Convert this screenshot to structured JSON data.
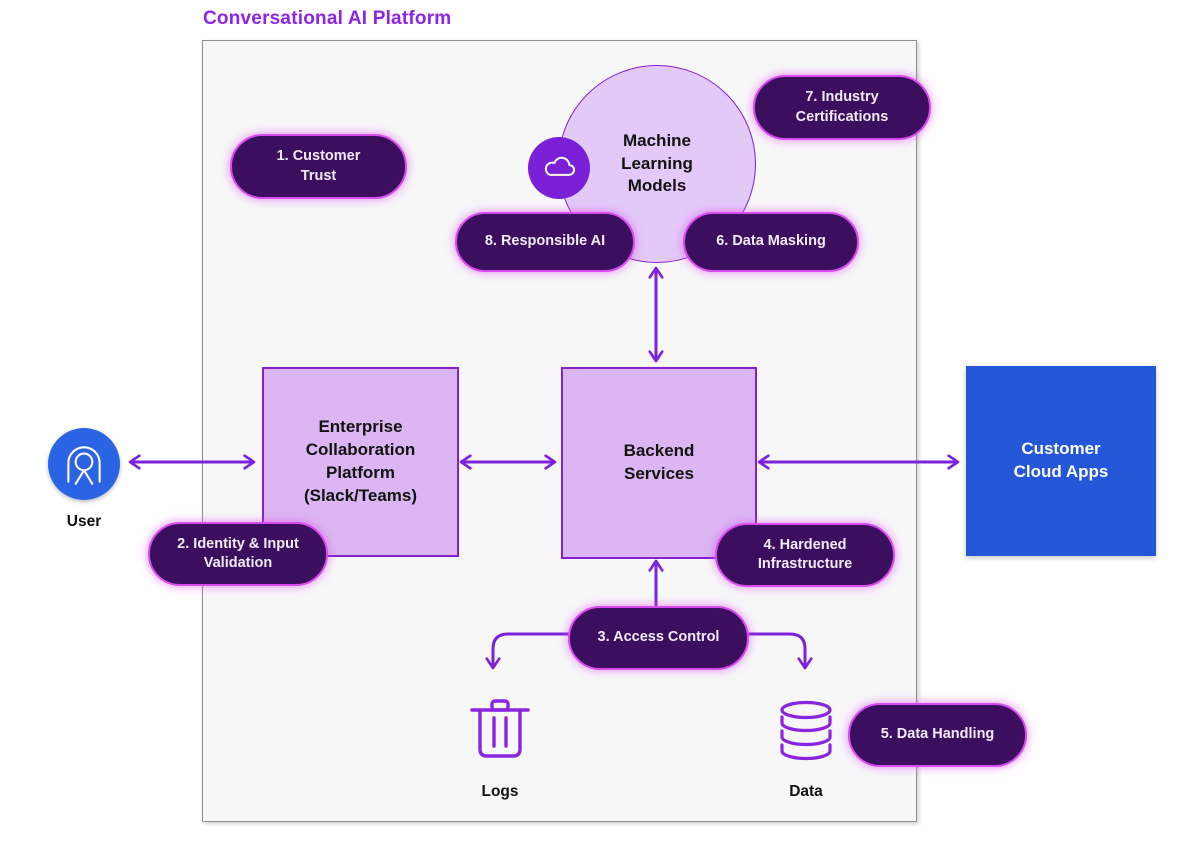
{
  "title": "Conversational AI Platform",
  "nodes": {
    "ml_models": {
      "label": "Machine Learning Models"
    },
    "collab_platform": {
      "label": "Enterprise Collaboration Platform (Slack/Teams)"
    },
    "backend": {
      "label": "Backend Services"
    },
    "cloud_apps": {
      "label": "Customer Cloud Apps"
    },
    "user": {
      "label": "User"
    },
    "logs": {
      "label": "Logs"
    },
    "data_store": {
      "label": "Data"
    }
  },
  "badges": [
    {
      "id": "customer-trust",
      "label": "1. Customer Trust"
    },
    {
      "id": "identity-input-validation",
      "label": "2. Identity & Input Validation"
    },
    {
      "id": "access-control",
      "label": "3. Access Control"
    },
    {
      "id": "hardened-infrastructure",
      "label": "4. Hardened Infrastructure"
    },
    {
      "id": "data-handling",
      "label": "5. Data Handling"
    },
    {
      "id": "data-masking",
      "label": "6. Data Masking"
    },
    {
      "id": "industry-certifications",
      "label": "7. Industry Certifications"
    },
    {
      "id": "responsible-ai",
      "label": "8. Responsible AI"
    }
  ],
  "icons": {
    "ml_models": "cloud-icon",
    "user": "person-icon",
    "logs": "trash-icon",
    "data_store": "database-icon"
  },
  "colors": {
    "title": "#8E24E9",
    "badge_fill": "#3B0F5E",
    "badge_glow": "#D94AF0",
    "badge_text": "#F3EAFB",
    "node_fill": "#DCB6F2",
    "circle_fill": "#E3C9F8",
    "node_border": "#8520CC",
    "arrow": "#7D22DA",
    "cloud_apps_fill": "#2457D8",
    "user_fill": "#2A63E4",
    "icon_stroke": "#8B24E0",
    "container_fill": "#F7F7F8",
    "container_border": "#8F8F8F"
  }
}
